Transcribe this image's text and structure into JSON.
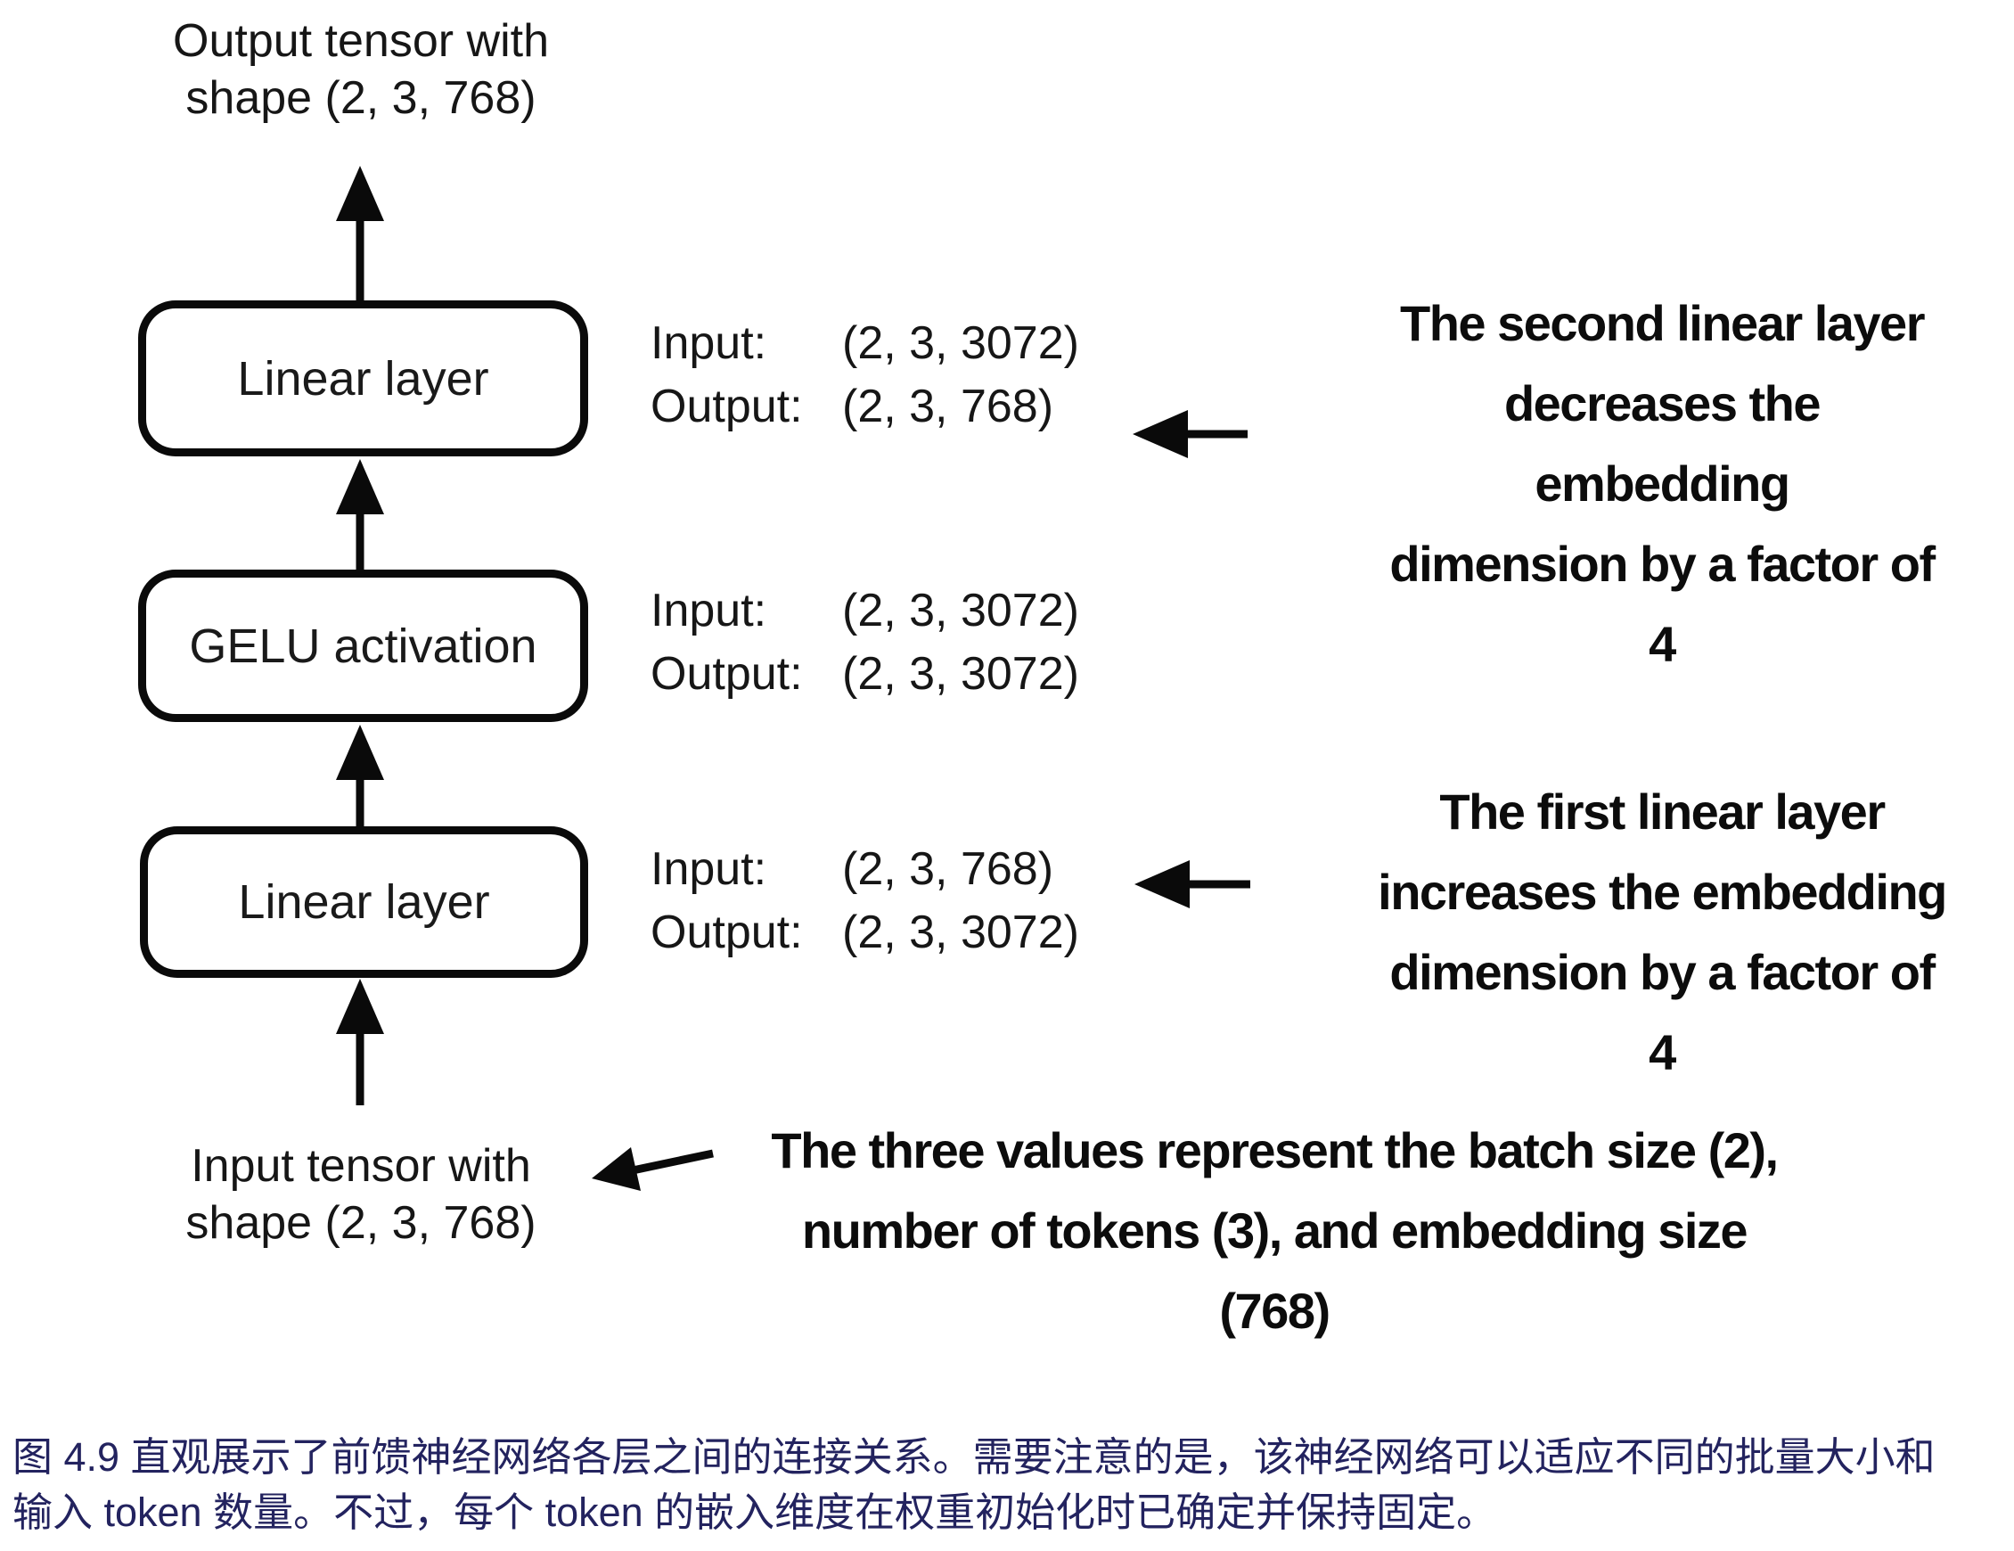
{
  "diagram": {
    "output_label": {
      "line1": "Output tensor with",
      "line2": "shape (2, 3, 768)"
    },
    "input_label": {
      "line1": "Input tensor with",
      "line2": "shape (2, 3, 768)"
    },
    "boxes": [
      {
        "label": "Linear layer"
      },
      {
        "label": "GELU activation"
      },
      {
        "label": "Linear layer"
      }
    ],
    "io_blocks": [
      {
        "input_label": "Input:",
        "input_value": "(2, 3, 3072)",
        "output_label": "Output:",
        "output_value": "(2, 3, 768)"
      },
      {
        "input_label": "Input:",
        "input_value": "(2, 3, 3072)",
        "output_label": "Output:",
        "output_value": "(2, 3, 3072)"
      },
      {
        "input_label": "Input:",
        "input_value": "(2, 3, 768)",
        "output_label": "Output:",
        "output_value": "(2, 3, 3072)"
      }
    ],
    "annotations": [
      {
        "line1": "The second linear layer",
        "line2": "decreases the embedding",
        "line3": "dimension by a factor of 4"
      },
      {
        "line1": "The first linear layer",
        "line2": "increases the embedding",
        "line3": "dimension by a factor of 4"
      },
      {
        "line1": "The three values represent the batch size (2),",
        "line2": "number of tokens (3), and embedding size",
        "line3": "(768)"
      }
    ]
  },
  "caption": {
    "line1": "图 4.9 直观展示了前馈神经网络各层之间的连接关系。需要注意的是，该神经网络可以适应不同的批量大小和",
    "line2": "输入 token 数量。不过，每个 token 的嵌入维度在权重初始化时已确定并保持固定。"
  },
  "colors": {
    "ink": "#111111",
    "caption_text": "#23235f",
    "background": "#ffffff"
  }
}
